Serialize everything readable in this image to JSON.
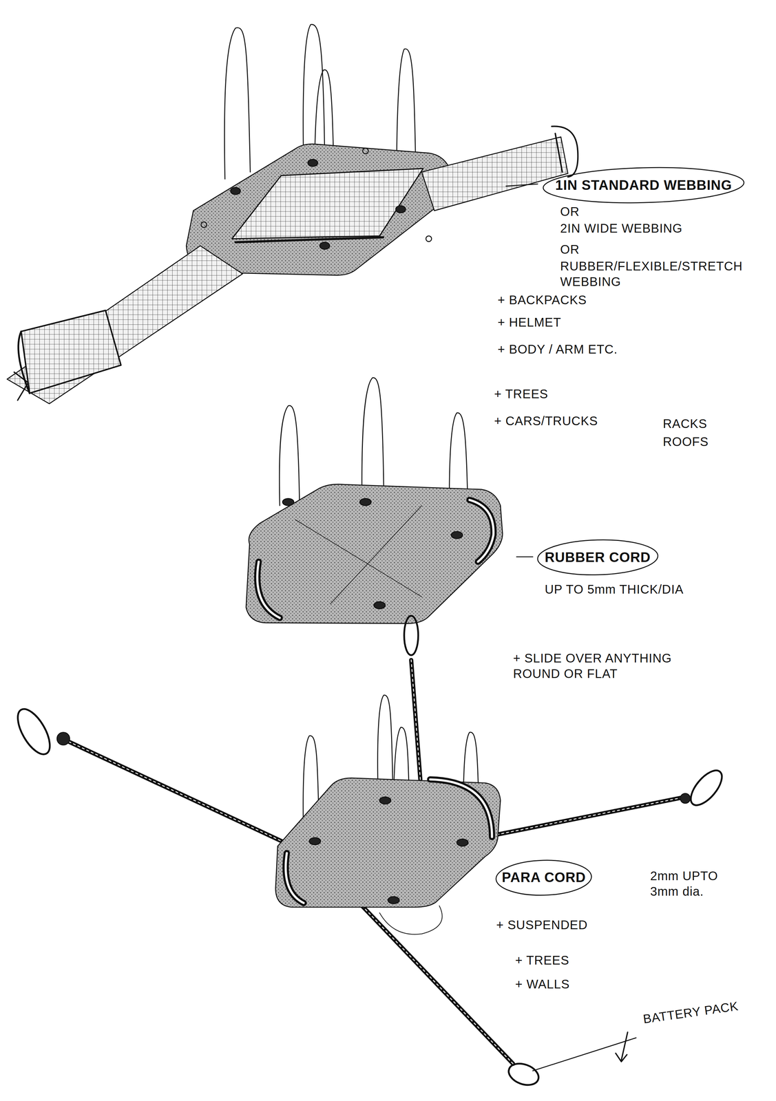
{
  "diagram": {
    "nodes": [
      {
        "text": [
          "1IN STANDARD WEBBING"
        ]
      },
      {
        "text": [
          "RUBBER CORD"
        ]
      },
      {
        "text": [
          "PARA CORD"
        ]
      }
    ],
    "labels": [
      "OR",
      "2IN WIDE WEBBING",
      "OR",
      "RUBBER/FLEXIBLE/STRETCH WEBBING",
      "+ BACKPACKS",
      "+ HELMET",
      "+ BODY / ARM ETC.",
      "+ TREES",
      "+ CARS/TRUCKS",
      "RACKS",
      "ROOFS",
      "UP TO 5mm THICK/DIA",
      "+ SLIDE OVER ANYTHING ROUND OR FLAT",
      "2mm UPTO 3mm dia.",
      "+ SUSPENDED",
      "+ TREES",
      "+ WALLS",
      "BATTERY PACK"
    ]
  }
}
